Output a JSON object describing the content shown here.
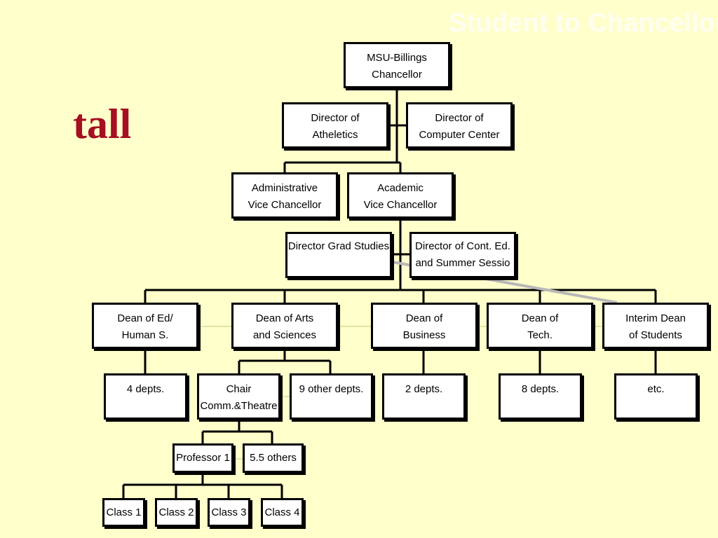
{
  "slide": {
    "title": "Student to Chancellor",
    "side_word": "tall"
  },
  "org": {
    "chancellor": [
      "MSU-Billings",
      "Chancellor"
    ],
    "dir_athletics": [
      "Director of",
      "Atheletics"
    ],
    "dir_computer": [
      "Director of",
      "Computer Center"
    ],
    "admin_vc": [
      "Administrative",
      "Vice Chancellor"
    ],
    "academic_vc": [
      "Academic",
      "Vice Chancellor"
    ],
    "dir_grad": [
      "Director Grad Studies",
      ""
    ],
    "dir_cont": [
      "Director of Cont. Ed.",
      "and Summer Sessio"
    ],
    "dean_ed": [
      "Dean of Ed/",
      "Human S."
    ],
    "dean_arts": [
      "Dean of Arts",
      "and Sciences"
    ],
    "dean_business": [
      "Dean of",
      "Business"
    ],
    "dean_tech": [
      "Dean of",
      "Tech."
    ],
    "dean_students": [
      "Interim Dean",
      "of Students"
    ],
    "depts_ed": [
      "4 depts.",
      ""
    ],
    "chair_comm": [
      "Chair",
      "Comm.&Theatre"
    ],
    "other_depts": [
      "9 other depts.",
      ""
    ],
    "depts_business": [
      "2 depts.",
      ""
    ],
    "depts_tech": [
      "8 depts.",
      ""
    ],
    "etc": [
      "etc.",
      ""
    ],
    "professor": [
      "Professor 1"
    ],
    "others": [
      "5.5 others"
    ],
    "class1": [
      "Class 1"
    ],
    "class2": [
      "Class 2"
    ],
    "class3": [
      "Class 3"
    ],
    "class4": [
      "Class 4"
    ]
  }
}
